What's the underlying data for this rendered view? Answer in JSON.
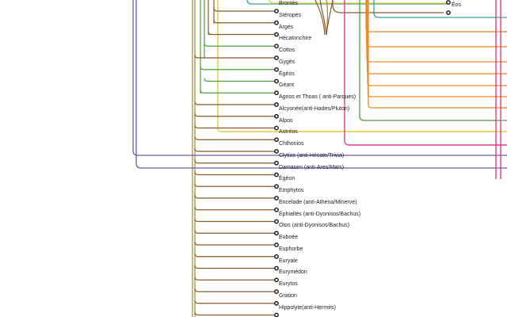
{
  "diagram": {
    "colors": {
      "trunk": "#a8852a",
      "branch_brown": "#8a5a2b",
      "branch_teal": "#3aa39a",
      "branch_green": "#4aa03a",
      "branch_yellow": "#e7c93a",
      "branch_orange": "#f08a24",
      "branch_magenta": "#e03c8c",
      "branch_purple": "#6a5ab5",
      "node": "#111111"
    },
    "names": [
      {
        "label": "Brontès"
      },
      {
        "label": "Stéropès"
      },
      {
        "label": "Argès"
      },
      {
        "label": "Hécatonchire"
      },
      {
        "label": "Cottos"
      },
      {
        "label": "Gygès"
      },
      {
        "label": "Égéos"
      },
      {
        "label": "Géant"
      },
      {
        "label": "Agrios et Thoas ( anti-Parques)"
      },
      {
        "label": "Alcyonée(anti-Hades/Pluton)"
      },
      {
        "label": "Alpos"
      },
      {
        "label": "Astréos"
      },
      {
        "label": "Chthonios"
      },
      {
        "label": "Clytios (anti-Hécate/Trivia)"
      },
      {
        "label": "Damasen (anti-Ares/Mars)"
      },
      {
        "label": "Égéon"
      },
      {
        "label": "Emphytos"
      },
      {
        "label": "Encelade (anti-Athena/Minerve)"
      },
      {
        "label": "Éphialtès (anti-Dyonisos/Bachus)"
      },
      {
        "label": "Otos (anti-Dyonisos/Bachus)"
      },
      {
        "label": "Euboée"
      },
      {
        "label": "Euphorbe"
      },
      {
        "label": "Euryale"
      },
      {
        "label": "Eurymédon"
      },
      {
        "label": "Eurytos"
      },
      {
        "label": "Gration"
      },
      {
        "label": "Hippolyte(anti-Hermès)"
      }
    ],
    "eos": {
      "label": "Éos"
    }
  }
}
